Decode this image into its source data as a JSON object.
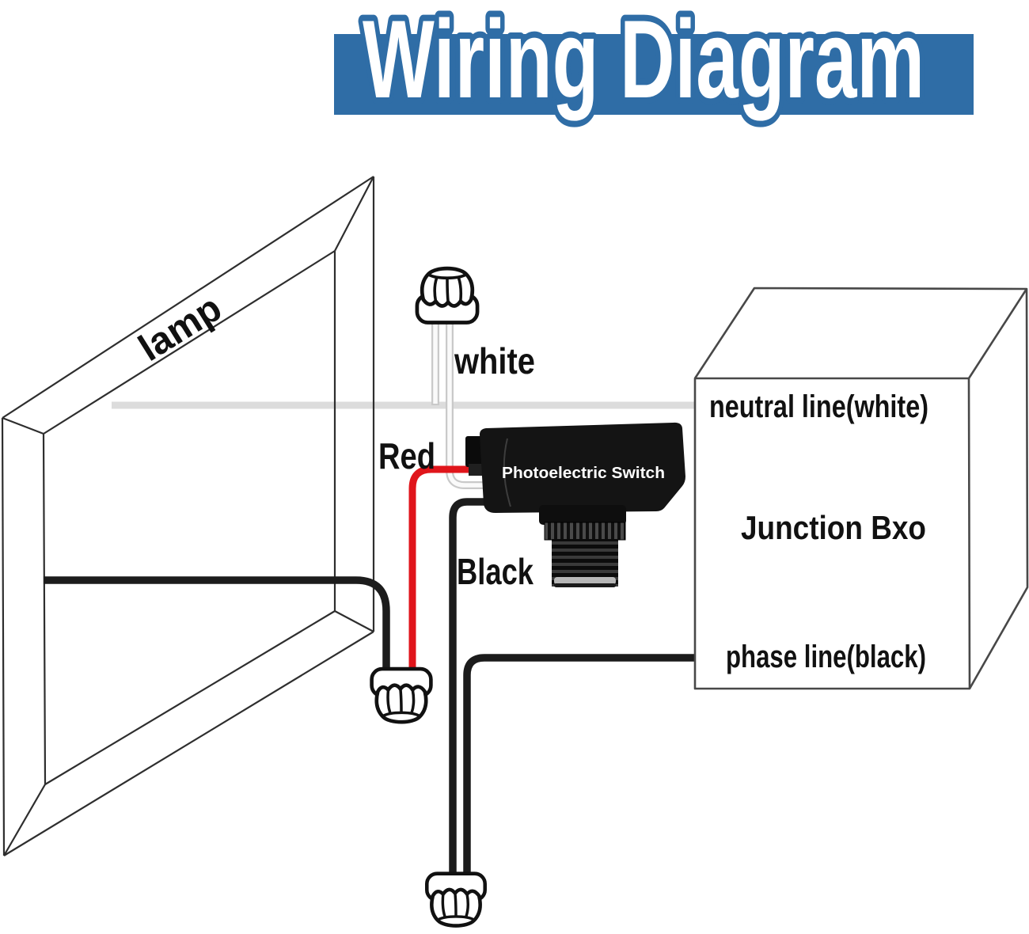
{
  "header": {
    "title": "Wiring Diagram"
  },
  "labels": {
    "lamp": "lamp",
    "white_wire": "white",
    "red_wire": "Red",
    "black_wire": "Black",
    "neutral_line": "neutral line(white)",
    "junction_box": "Junction Bxo",
    "phase_line": "phase line(black)",
    "switch": "Photoelectric Switch"
  },
  "colors": {
    "header_bg": "#2f6da6",
    "wire_white": "#dcdcdc",
    "wire_red": "#e0151b",
    "wire_black": "#1c1c1c",
    "lamp_line": "#2e2e2e",
    "box_line": "#484848",
    "label_text": "#111111",
    "switch_body": "#141414",
    "switch_text": "#ffffff"
  }
}
